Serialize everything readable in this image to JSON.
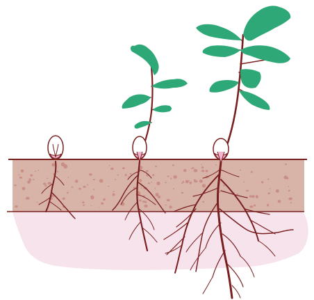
{
  "illustration": {
    "subject": "acorn-seedling-growth-stages",
    "colors": {
      "background": "#ffffff",
      "soil": "#d8b4a8",
      "soil_speck": "#c98f84",
      "subsoil": "#f7e3ec",
      "line": "#7a1f1f",
      "stem": "#7a1f1f",
      "leaf": "#2fa878",
      "acorn_fill": "#ffffff",
      "acorn_tip": "#f2b5cf"
    },
    "stages": [
      {
        "name": "germinating-acorn",
        "has_leaves": false
      },
      {
        "name": "young-seedling",
        "has_leaves": true
      },
      {
        "name": "older-seedling",
        "has_leaves": true
      }
    ]
  }
}
